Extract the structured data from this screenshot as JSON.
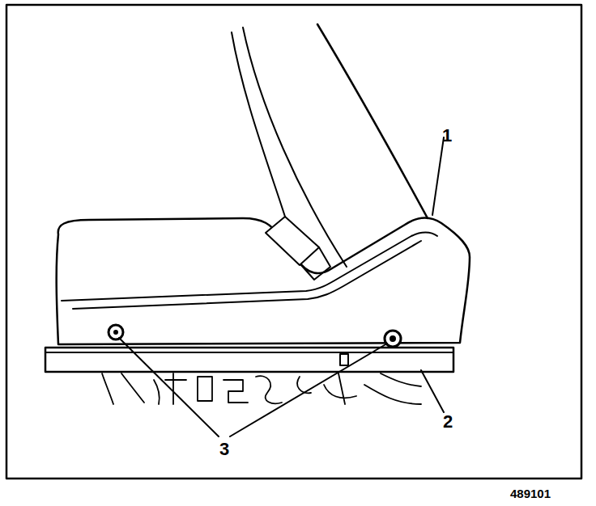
{
  "diagram": {
    "labels": [
      "1",
      "2",
      "3",
      "489101"
    ]
  }
}
